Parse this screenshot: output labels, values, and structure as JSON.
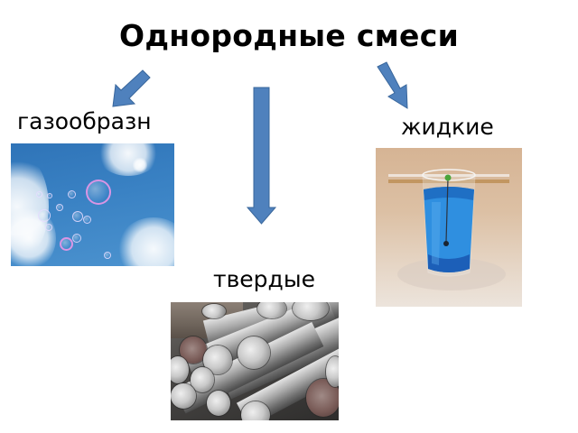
{
  "slide": {
    "title": "Однородные смеси",
    "categories": [
      {
        "id": "gas",
        "label": "газообразн",
        "image": "soap-bubbles-in-blue-sky"
      },
      {
        "id": "solid",
        "label": "твердые",
        "image": "steel-round-bars"
      },
      {
        "id": "liquid",
        "label": "жидкие",
        "image": "beaker-with-blue-solution"
      }
    ]
  },
  "colors": {
    "background": "#ffffff",
    "text": "#000000",
    "arrow_fill": "#4f81bd",
    "arrow_stroke": "#3a679c",
    "sky": "#3a7fc0",
    "beaker_background": "#d8b89a",
    "solution": "#2f8fe0"
  },
  "arrows": [
    {
      "name": "arrow-to-gas",
      "direction": "down-left"
    },
    {
      "name": "arrow-to-solid",
      "direction": "down"
    },
    {
      "name": "arrow-to-liquid",
      "direction": "down-right"
    }
  ]
}
